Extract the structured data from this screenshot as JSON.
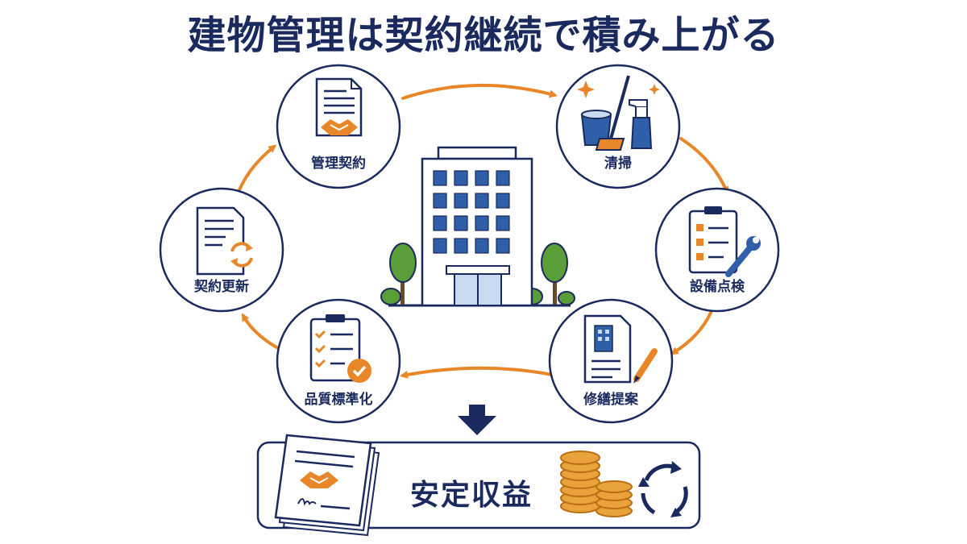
{
  "title": "建物管理は契約継続で積み上がる",
  "cycle": [
    {
      "label": "管理契約",
      "icon": "contract-handshake-icon"
    },
    {
      "label": "清掃",
      "icon": "cleaning-tools-icon"
    },
    {
      "label": "設備点検",
      "icon": "checklist-wrench-icon"
    },
    {
      "label": "修繕提案",
      "icon": "proposal-pencil-icon"
    },
    {
      "label": "品質標準化",
      "icon": "checklist-approved-icon"
    },
    {
      "label": "契約更新",
      "icon": "document-renew-icon"
    }
  ],
  "center_icon": "office-building-icon",
  "result": {
    "label": "安定収益",
    "icons": [
      "signed-contracts-icon",
      "coin-stack-icon",
      "recycle-arrows-icon"
    ]
  },
  "colors": {
    "navy": "#1b2a5e",
    "orange": "#e8862a",
    "blue": "#2f5fa8",
    "light_blue": "#c9d9f0",
    "green": "#5a9e3a"
  }
}
